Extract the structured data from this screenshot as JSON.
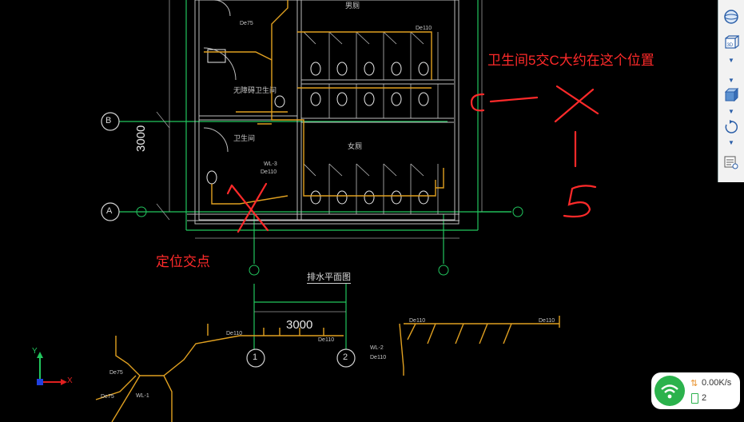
{
  "drawing": {
    "axis_labels": {
      "a": "A",
      "b": "B",
      "one": "1",
      "two": "2"
    },
    "room_labels": {
      "mens_toilet": "男厕",
      "womens_toilet": "女厕",
      "accessible_wc": "无障碍卫生间",
      "janitor": "卫生间"
    },
    "dimensions": {
      "vertical": "3000",
      "horizontal": "3000"
    },
    "drawing_title": "排水平面图",
    "pipe_tags": {
      "de75": "De75",
      "de110": "De110",
      "wl1": "WL-1",
      "wl2": "WL-2",
      "wl3": "WL-3"
    },
    "ucs": {
      "x": "X",
      "y": "Y"
    }
  },
  "annotations": {
    "note_top": "卫生间5交C大约在这个位置",
    "note_bottom": "定位交点",
    "hand_c": "C",
    "hand_5": "5"
  },
  "toolbar": {
    "items": [
      "orbit-icon",
      "3d-view-icon",
      "cube-icon",
      "rotate-icon",
      "properties-icon"
    ],
    "badge_3d": "3D"
  },
  "network": {
    "speed": "0.00K/s",
    "count": "2"
  },
  "colors": {
    "background": "#000000",
    "wall": "#c8c8c8",
    "pipe": "#e0a020",
    "green_line": "#22c55e",
    "annotation": "#ff2a2a",
    "toolbar_accent": "#2a5ea8"
  }
}
